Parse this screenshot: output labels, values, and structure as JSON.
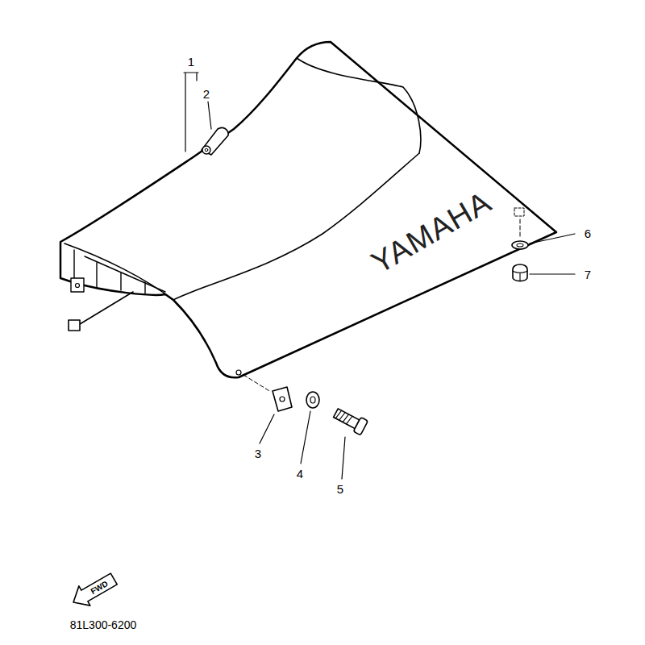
{
  "diagram": {
    "labels": [
      "1",
      "2",
      "3",
      "4",
      "5",
      "6",
      "7",
      "YAMAHA",
      "FWD",
      "81L300-6200"
    ]
  }
}
